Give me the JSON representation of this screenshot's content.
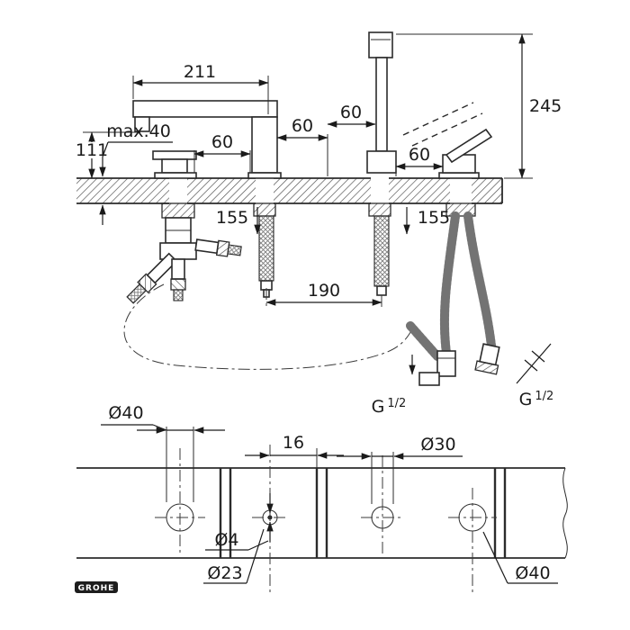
{
  "labels": {
    "reach": "211",
    "height": "245",
    "spout_height": "111",
    "deck_max": "max.40",
    "spacing1": "60",
    "spacing2": "60",
    "spacing3": "60",
    "spacing4": "60",
    "hose1": "155",
    "hose2": "155",
    "hose_span": "190",
    "offset16": "16",
    "hole40_top": "Ø40",
    "hole30": "Ø30",
    "hole4": "Ø4",
    "hole23": "Ø23",
    "hole40_bottom": "Ø40",
    "thread1": {
      "g": "G",
      "frac": "1/2"
    },
    "thread2": {
      "g": "G",
      "frac": "1/2"
    },
    "brand": "GROHE"
  }
}
